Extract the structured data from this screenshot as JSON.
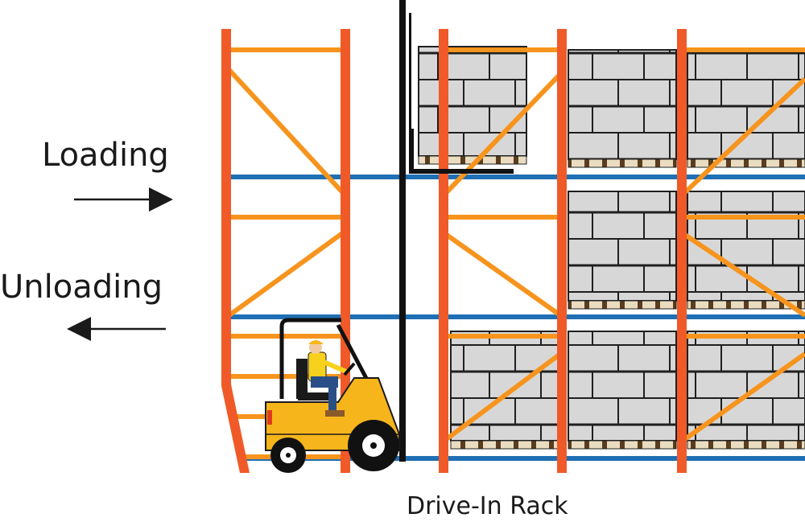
{
  "labels": {
    "loading": "Loading",
    "unloading": "Unloading",
    "caption": "Drive-In Rack"
  },
  "colors": {
    "upright": "#f05a28",
    "brace": "#f7941d",
    "rail": "#1f6fb4",
    "box_fill": "#d7d7d8",
    "box_line": "#1f1f1f",
    "pallet": "#e9dcc0",
    "forklift_body": "#f7b51c",
    "mast": "#111111"
  },
  "icons": {
    "loading_arrow": "arrow-right-icon",
    "unloading_arrow": "arrow-left-icon",
    "forklift": "forklift-icon",
    "operator": "worker-icon"
  }
}
